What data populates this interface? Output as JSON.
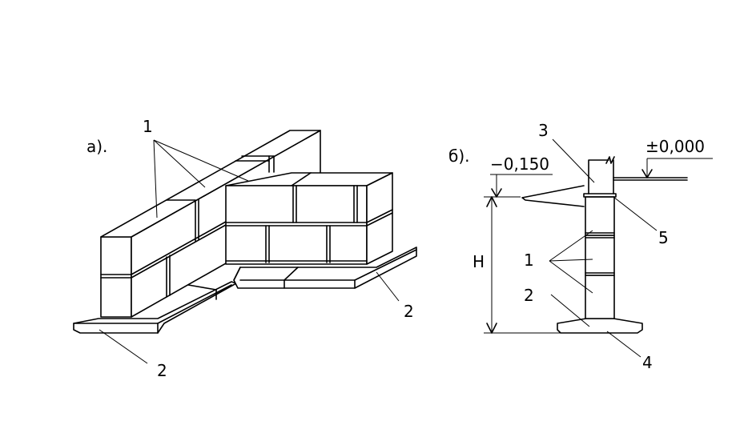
{
  "drawing_a": {
    "caption": "а).",
    "label_block": "1",
    "label_pad_left": "2",
    "label_pad_right": "2"
  },
  "drawing_b": {
    "caption": "б).",
    "level_minus": "−0,150",
    "level_zero": "±0,000",
    "label_3": "3",
    "label_5": "5",
    "label_h": "H",
    "label_1": "1",
    "label_2": "2",
    "label_4": "4"
  }
}
